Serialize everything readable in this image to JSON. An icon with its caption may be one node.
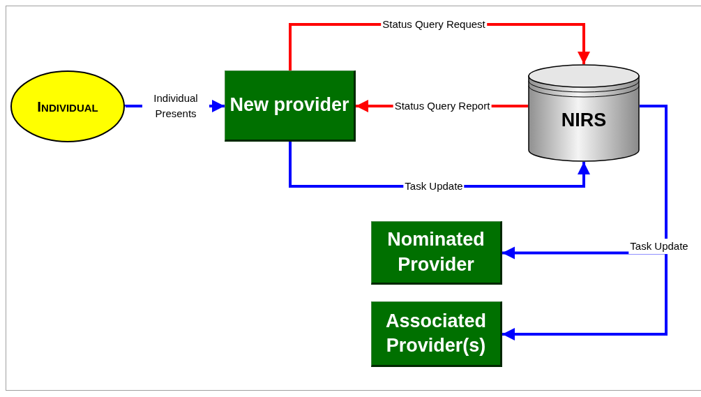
{
  "diagram": {
    "nodes": [
      {
        "text": [
          "Individual"
        ]
      },
      {
        "text": [
          "New provider"
        ]
      },
      {
        "text": [
          "NIRS"
        ]
      },
      {
        "text": [
          "Nominated Provider"
        ]
      },
      {
        "text": [
          "Associated Provider(s)"
        ]
      }
    ],
    "edges": [
      {
        "from": 0,
        "to": 1,
        "arrow": "to",
        "label": "Individual Presents"
      },
      {
        "from": 1,
        "to": 2,
        "arrow": "to",
        "label": "Status Query Request",
        "color": "#ff0000"
      },
      {
        "from": 2,
        "to": 1,
        "arrow": "to",
        "label": "Status Query Report",
        "color": "#ff0000"
      },
      {
        "from": 1,
        "to": 2,
        "arrow": "to",
        "label": "Task Update"
      },
      {
        "from": 2,
        "to": 3,
        "arrow": "to",
        "label": "Task Update"
      },
      {
        "from": 2,
        "to": 4,
        "arrow": "to"
      }
    ]
  }
}
